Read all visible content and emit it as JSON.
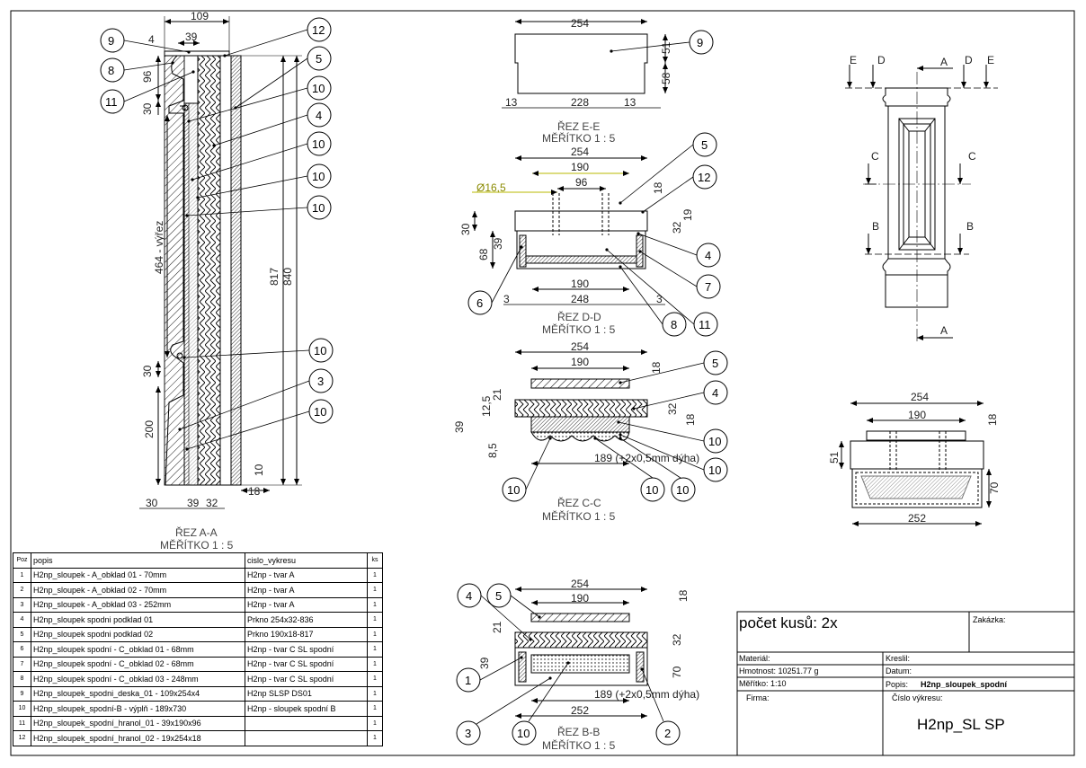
{
  "sections": {
    "aa": {
      "title": "ŘEZ A-A",
      "scale": "MĚŘÍTKO 1 : 5"
    },
    "ee": {
      "title": "ŘEZ E-E",
      "scale": "MĚŘÍTKO 1 : 5"
    },
    "dd": {
      "title": "ŘEZ D-D",
      "scale": "MĚŘÍTKO 1 : 5"
    },
    "cc": {
      "title": "ŘEZ C-C",
      "scale": "MĚŘÍTKO 1 : 5"
    },
    "bb": {
      "title": "ŘEZ B-B",
      "scale": "MĚŘÍTKO 1 : 5"
    }
  },
  "dims": {
    "aa_109": "109",
    "aa_4": "4",
    "aa_39top": "39",
    "aa_96": "96",
    "aa_30a": "30",
    "aa_464": "464 - výřez",
    "aa_817": "817",
    "aa_840": "840",
    "aa_30b": "30",
    "aa_200": "200",
    "aa_10": "10",
    "aa_18": "18",
    "aa_30c": "30",
    "aa_39b": "39",
    "aa_32": "32",
    "ee_254": "254",
    "ee_51": "51",
    "ee_58": "58",
    "ee_13a": "13",
    "ee_228": "228",
    "ee_13b": "13",
    "dd_254": "254",
    "dd_190": "190",
    "dd_phi": "Ø16,5",
    "dd_96": "96",
    "dd_18": "18",
    "dd_30": "30",
    "dd_39": "39",
    "dd_68": "68",
    "dd_32": "32",
    "dd_19": "19",
    "dd_190b": "190",
    "dd_3a": "3",
    "dd_248": "248",
    "dd_3b": "3",
    "cc_254": "254",
    "cc_190": "190",
    "cc_18a": "18",
    "cc_21": "21",
    "cc_125": "12,5",
    "cc_32": "32",
    "cc_18b": "18",
    "cc_39": "39",
    "cc_85": "8,5",
    "cc_189": "189 (+2x0,5mm dýha)",
    "bb_254": "254",
    "bb_190": "190",
    "bb_18": "18",
    "bb_21": "21",
    "bb_32": "32",
    "bb_39": "39",
    "bb_70": "70",
    "bb_189": "189 (+2x0,5mm dýha)",
    "bb_252": "252",
    "iso_254": "254",
    "iso_190": "190",
    "iso_18": "18",
    "iso_51": "51",
    "iso_70": "70",
    "iso_252": "252"
  },
  "cut_letters": {
    "a": "A",
    "b": "B",
    "c": "C",
    "d": "D",
    "e": "E"
  },
  "balloons": {
    "n1": "1",
    "n2": "2",
    "n3": "3",
    "n4": "4",
    "n5": "5",
    "n6": "6",
    "n7": "7",
    "n8": "8",
    "n9": "9",
    "n10": "10",
    "n11": "11",
    "n12": "12"
  },
  "bom": {
    "headers": [
      "Poz",
      "popis",
      "cislo_vykresu",
      "ks"
    ],
    "rows": [
      {
        "poz": "1",
        "popis": "H2np_sloupek - A_obklad 01 - 70mm",
        "cislo": "H2np - tvar A",
        "ks": "1"
      },
      {
        "poz": "2",
        "popis": "H2np_sloupek - A_obklad 02 - 70mm",
        "cislo": "H2np - tvar A",
        "ks": "1"
      },
      {
        "poz": "3",
        "popis": "H2np_sloupek - A_obklad 03 - 252mm",
        "cislo": "H2np - tvar A",
        "ks": "1"
      },
      {
        "poz": "4",
        "popis": "H2np_sloupek spodni podklad 01",
        "cislo": "Prkno 254x32-836",
        "ks": "1"
      },
      {
        "poz": "5",
        "popis": "H2np_sloupek spodni podklad 02",
        "cislo": "Prkno 190x18-817",
        "ks": "1"
      },
      {
        "poz": "6",
        "popis": "H2np_sloupek spodní - C_obklad 01 - 68mm",
        "cislo": "H2np - tvar C SL spodní",
        "ks": "1"
      },
      {
        "poz": "7",
        "popis": "H2np_sloupek spodní - C_obklad 02 - 68mm",
        "cislo": "H2np - tvar C SL spodní",
        "ks": "1"
      },
      {
        "poz": "8",
        "popis": "H2np_sloupek spodní - C_obklad 03 - 248mm",
        "cislo": "H2np - tvar C SL spodní",
        "ks": "1"
      },
      {
        "poz": "9",
        "popis": "H2np_sloupek_spodni_deska_01 - 109x254x4",
        "cislo": "H2np SLSP DS01",
        "ks": "1"
      },
      {
        "poz": "10",
        "popis": "H2np_sloupek_spodní-B - výplň - 189x730",
        "cislo": "H2np - sloupek spodní B",
        "ks": "1"
      },
      {
        "poz": "11",
        "popis": "H2np_sloupek_spodní_hranol_01 - 39x190x96",
        "cislo": "",
        "ks": "1"
      },
      {
        "poz": "12",
        "popis": "H2np_sloupek_spodní_hranol_02 - 19x254x18",
        "cislo": "",
        "ks": "1"
      }
    ]
  },
  "title_block": {
    "count": "počet kusů: 2x",
    "zakazka": "Zakázka:",
    "material": "Materiál:",
    "hmotnost": "Hmotnost: 10251.77 g",
    "meritko": "Měřítko: 1:10",
    "firma": "Firma:",
    "kreslil": "Kreslil:",
    "datum": "Datum:",
    "popis_label": "Popis:",
    "popis_value": "H2np_sloupek_spodní",
    "cislo_label": "Číslo výkresu:",
    "cislo_value": "H2np_SL SP"
  }
}
